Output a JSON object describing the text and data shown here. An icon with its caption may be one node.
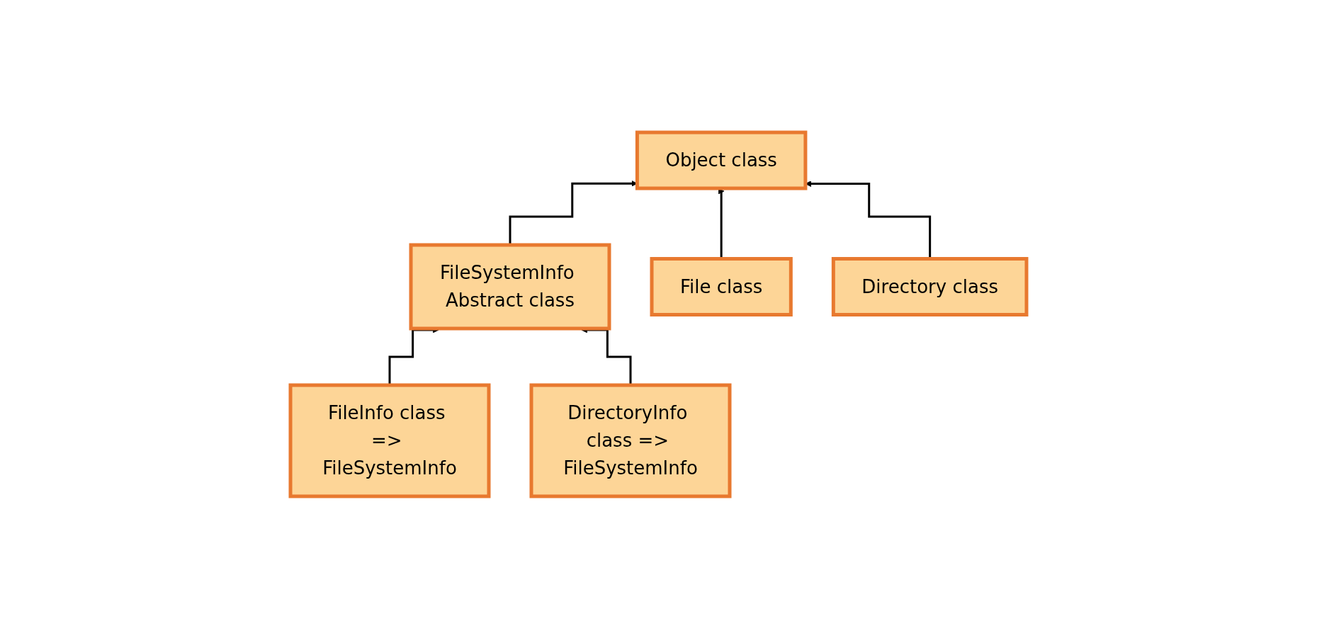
{
  "diagram": {
    "nodes": [
      {
        "text": [
          "Object class"
        ]
      },
      {
        "text": [
          "FileSystemInfo Abstract class"
        ]
      },
      {
        "text": [
          "File class"
        ]
      },
      {
        "text": [
          "Directory class"
        ]
      },
      {
        "text": [
          "FileInfo class => FileSystemInfo"
        ]
      },
      {
        "text": [
          "DirectoryInfo class => FileSystemInfo"
        ]
      }
    ],
    "edges": [
      {
        "from": 1,
        "to": 0,
        "arrow": "to"
      },
      {
        "from": 2,
        "to": 0,
        "arrow": "to"
      },
      {
        "from": 3,
        "to": 0,
        "arrow": "to"
      },
      {
        "from": 4,
        "to": 1,
        "arrow": "to"
      },
      {
        "from": 5,
        "to": 1,
        "arrow": "to"
      }
    ]
  }
}
